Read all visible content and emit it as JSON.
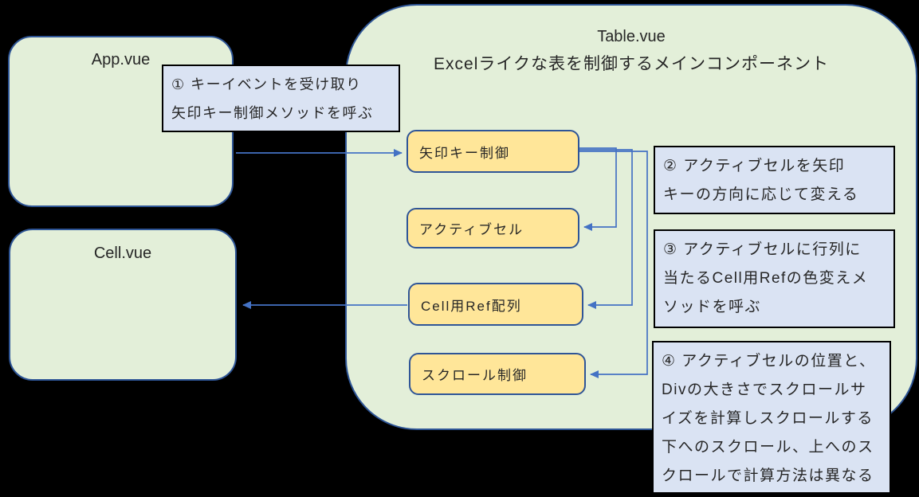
{
  "diagram": {
    "background": "#000000",
    "colors": {
      "component_fill": "#E3EFD9",
      "component_border": "#2E5596",
      "method_fill": "#FFE699",
      "method_border": "#2F5597",
      "note_fill": "#DAE3F3",
      "note_border": "#000000",
      "connector": "#4472C4",
      "text": "#262626"
    },
    "components": {
      "app": {
        "label": "App.vue"
      },
      "cell": {
        "label": "Cell.vue"
      },
      "table": {
        "title": "Table.vue",
        "subtitle": "Excelライクな表を制御するメインコンポーネント"
      }
    },
    "methods": [
      {
        "label": "矢印キー制御"
      },
      {
        "label": "アクティブセル"
      },
      {
        "label": "Cell用Ref配列"
      },
      {
        "label": "スクロール制御"
      }
    ],
    "notes": [
      {
        "text": "① キーイベントを受け取り\n矢印キー制御メソッドを呼ぶ"
      },
      {
        "text": "② アクティブセルを矢印\nキーの方向に応じて変える"
      },
      {
        "text": "③ アクティブセルに行列に\n当たるCell用Refの色変えメ\nソッドを呼ぶ"
      },
      {
        "text": "④ アクティブセルの位置と、\nDivの大きさでスクロールサ\nイズを計算しスクロールする\n下へのスクロール、上へのス\nクロールで計算方法は異なる"
      }
    ]
  }
}
